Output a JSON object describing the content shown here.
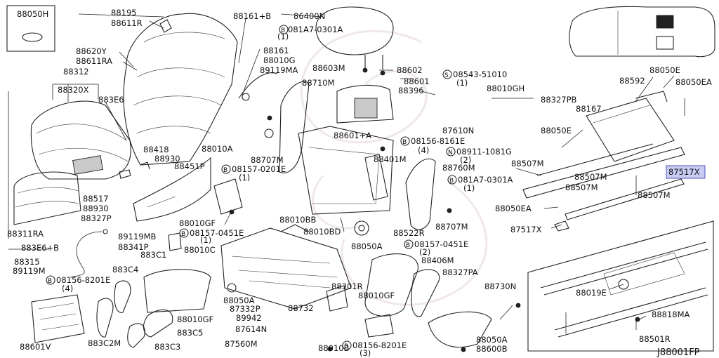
{
  "diagram": {
    "part_labels": [
      "88050H",
      "88195",
      "88611R",
      "88161+B",
      "86400N",
      "081A7-0301A",
      "(1)",
      "88620Y",
      "88611RA",
      "88161",
      "88010G",
      "89119MA",
      "88312",
      "88320X",
      "883E6",
      "88603M",
      "88602",
      "08543-51010",
      "(1)",
      "88710M",
      "88601",
      "88396",
      "88010GH",
      "88327PB",
      "88592",
      "88050E",
      "88050EA",
      "88167",
      "87610N",
      "88050E",
      "88418",
      "88930",
      "88010A",
      "88601+A",
      "08156-8161E",
      "(4)",
      "08911-1081G",
      "(2)",
      "88401M",
      "88507M",
      "88451P",
      "08157-0201E",
      "(1)",
      "88707M",
      "88760M",
      "88507M",
      "87517X",
      "081A7-0301A",
      "(1)",
      "88507M",
      "88517",
      "88930",
      "88327P",
      "88507M",
      "88050EA",
      "88311RA",
      "88010GF",
      "88010BB",
      "87517X",
      "88707M",
      "08157-0451E",
      "(1)",
      "88010BD",
      "88522R",
      "89119MB",
      "88341P",
      "883E6+B",
      "88010C",
      "88050A",
      "08157-0451E",
      "(2)",
      "88315",
      "89119M",
      "883C1",
      "88406M",
      "883C4",
      "08156-8201E",
      "(4)",
      "88327PA",
      "88301R",
      "88010GF",
      "88730N",
      "88019E",
      "88050A",
      "87332P",
      "88732",
      "89942",
      "88010GF",
      "88818MA",
      "87614N",
      "883C5",
      "88050A",
      "88601V",
      "883C2M",
      "883C3",
      "87560M",
      "88010B",
      "08156-8201E",
      "(3)",
      "88600B",
      "88501R"
    ],
    "highlighted_part": "87517X",
    "diagram_code": "J88001FP",
    "circle_prefix_N": "N",
    "circle_prefix_B": "B",
    "circle_prefix_S": "S"
  }
}
